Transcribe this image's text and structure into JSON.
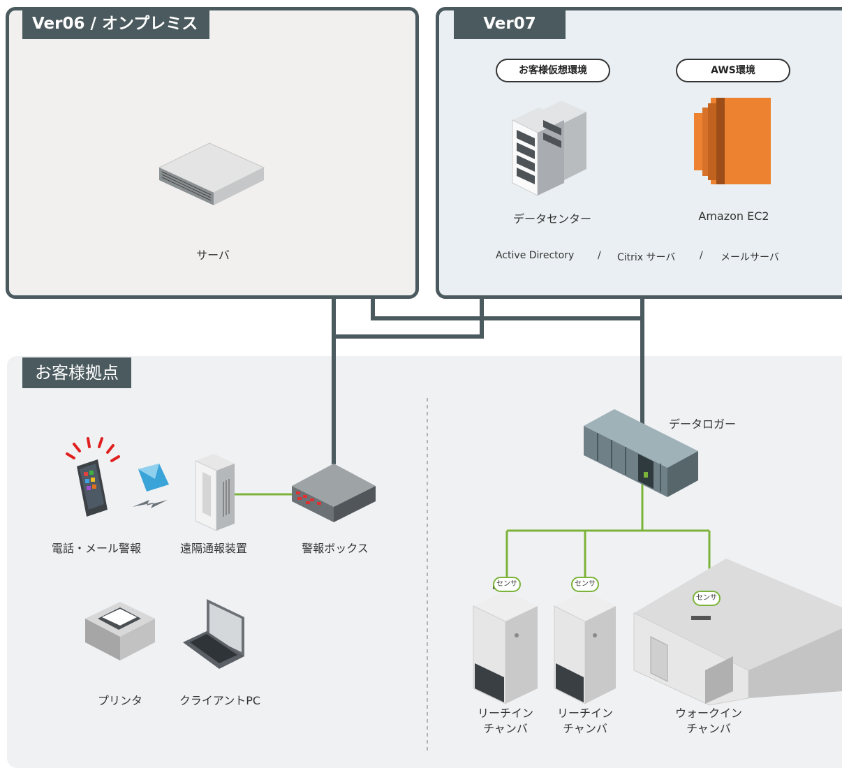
{
  "panels": {
    "onprem": {
      "title": "Ver06 / オンプレミス",
      "server_label": "サーバ"
    },
    "ver07": {
      "title": "Ver07",
      "pill_virtual": "お客様仮想環境",
      "pill_aws": "AWS環境",
      "datacenter_label": "データセンター",
      "ec2_label": "Amazon EC2",
      "services": {
        "active_directory": "Active Directory",
        "sep1": "/",
        "citrix": "Citrix サーバ",
        "sep2": "/",
        "mail": "メールサーバ"
      }
    },
    "site": {
      "title": "お客様拠点",
      "phone_alarm": "電話・メール警報",
      "remote_alarm": "遠隔通報装置",
      "alarm_box": "警報ボックス",
      "printer": "プリンタ",
      "client_pc": "クライアントPC",
      "data_logger": "データロガー",
      "sensor": "センサ",
      "reach_in_1": {
        "line1": "リーチイン",
        "line2": "チャンバ"
      },
      "reach_in_2": {
        "line1": "リーチイン",
        "line2": "チャンバ"
      },
      "walk_in": {
        "line1": "ウォークイン",
        "line2": "チャンバ"
      }
    }
  },
  "colors": {
    "panel_border": "#4b5a5e",
    "network_line": "#4b5a5e",
    "sensor_line": "#7bb33a",
    "aws_orange": "#ed8330"
  }
}
